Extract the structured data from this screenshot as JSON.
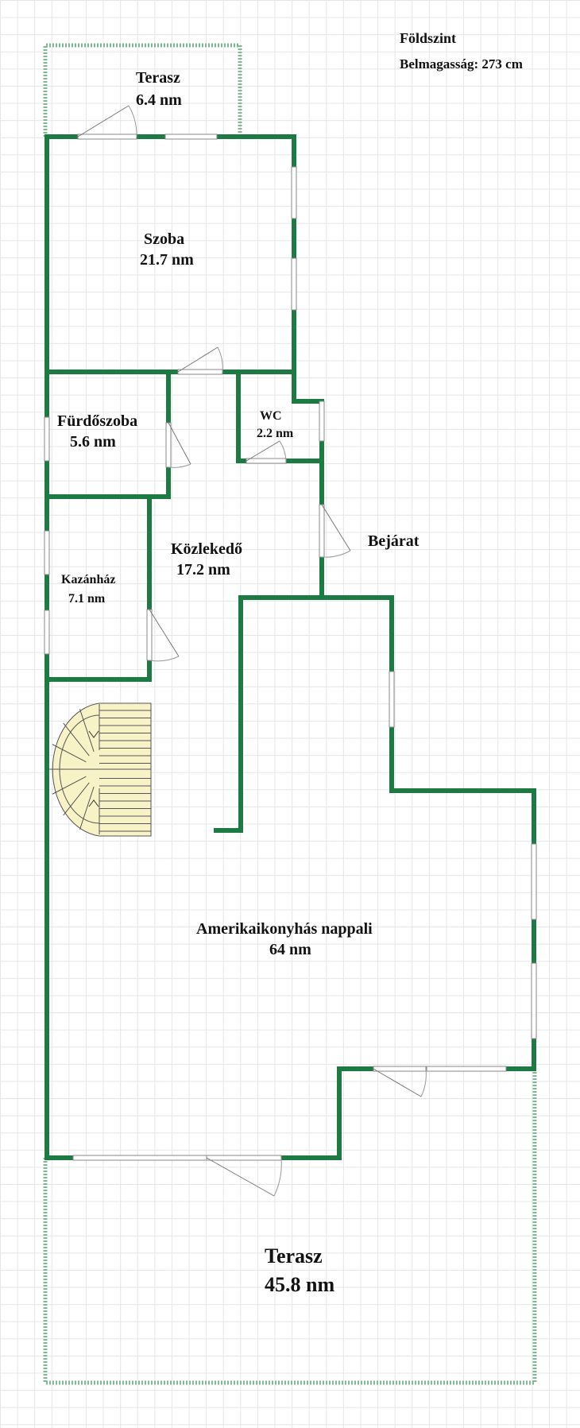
{
  "header": {
    "level": "Földszint",
    "ceiling": "Belmagasság: 273 cm"
  },
  "rooms": [
    {
      "id": "terasz-top",
      "name": "Terasz",
      "area": "6.4 nm"
    },
    {
      "id": "szoba",
      "name": "Szoba",
      "area": "21.7 nm"
    },
    {
      "id": "furdoszoba",
      "name": "Fürdőszoba",
      "area": "5.6 nm"
    },
    {
      "id": "wc",
      "name": "WC",
      "area": "2.2 nm"
    },
    {
      "id": "kozlekedo",
      "name": "Közlekedő",
      "area": "17.2 nm"
    },
    {
      "id": "kazanhaz",
      "name": "Kazánház",
      "area": "7.1 nm"
    },
    {
      "id": "nappali",
      "name": "Amerikaikonyhás nappali",
      "area": "64 nm"
    },
    {
      "id": "terasz-bottom",
      "name": "Terasz",
      "area": "45.8 nm"
    }
  ],
  "entrance": "Bejárat",
  "colors": {
    "wall": "#1e7a43",
    "terrace_outline": "#7fb894",
    "stairs_fill": "#f7f3c6",
    "grid": "#e6e6e6"
  }
}
